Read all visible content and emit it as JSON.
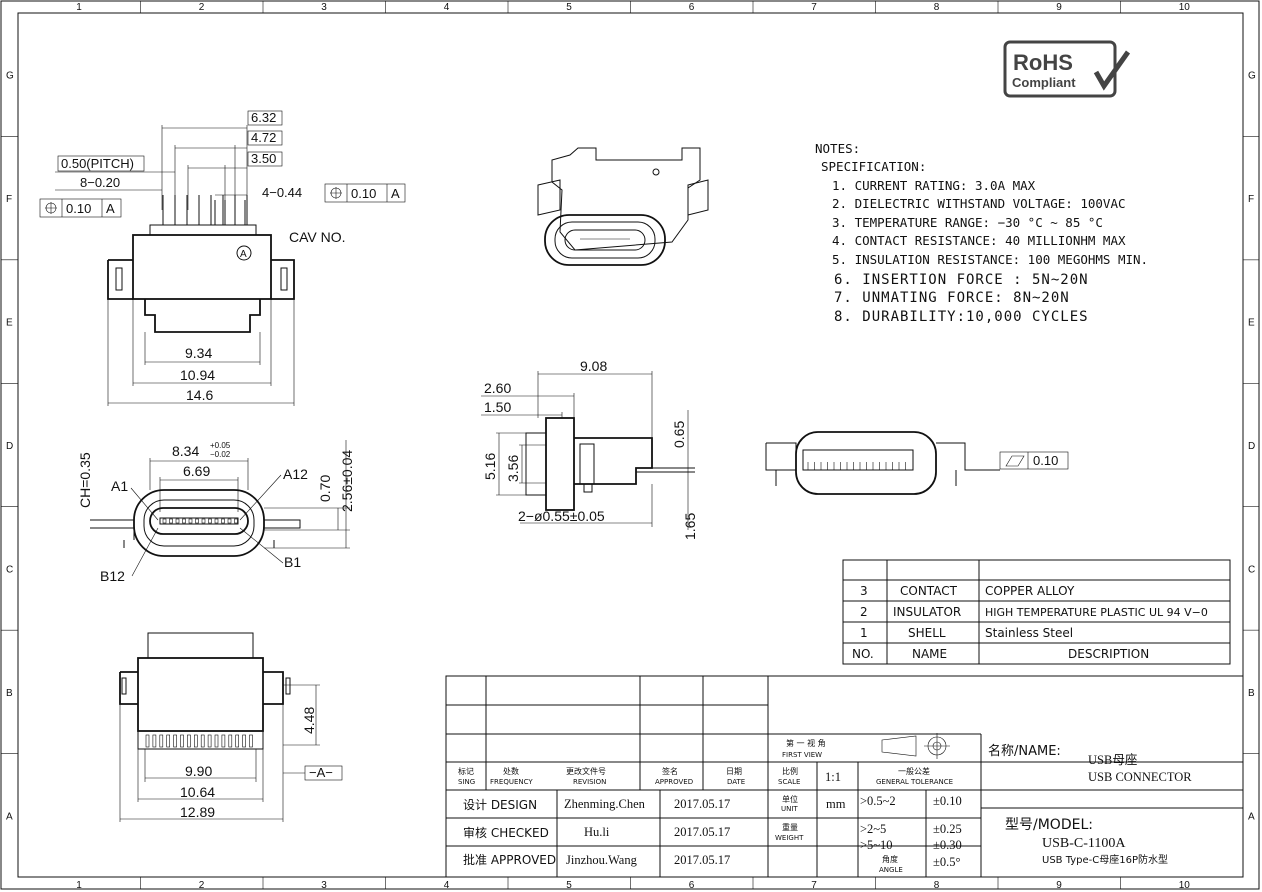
{
  "frame": {
    "col_numbers": [
      "1",
      "2",
      "3",
      "4",
      "5",
      "6",
      "7",
      "8",
      "9",
      "10"
    ],
    "row_letters": [
      "G",
      "F",
      "E",
      "D",
      "C",
      "B",
      "A"
    ]
  },
  "logo": {
    "line1": "RoHS",
    "line2": "Compliant"
  },
  "top_view": {
    "dims": [
      "6.32",
      "4.72",
      "3.50",
      "0.50(PITCH)",
      "8−0.20",
      "4−0.44",
      "0.10",
      "A",
      "0.10",
      "A",
      "9.34",
      "10.94",
      "14.6"
    ],
    "cav_label": "CAV NO.",
    "cav_mark": "A"
  },
  "front_view": {
    "dims": [
      "8.34",
      "+0.05",
      "−0.02",
      "6.69",
      "A1",
      "A12",
      "CH=0.35",
      "0.70",
      "2.56±0.04",
      "B12",
      "B1"
    ]
  },
  "side_view": {
    "dims": [
      "9.08",
      "2.60",
      "1.50",
      "5.16",
      "3.56",
      "0.65",
      "2−ø0.55±0.05",
      "1.65"
    ]
  },
  "bottom_view": {
    "dims": [
      "4.48",
      "9.90",
      "10.64",
      "12.89",
      "−A−"
    ]
  },
  "flatness": {
    "value": "0.10"
  },
  "notes": {
    "title": "NOTES:",
    "spec_title": "SPECIFICATION:",
    "items": [
      "1. CURRENT RATING: 3.0A MAX",
      "2. DIELECTRIC WITHSTAND VOLTAGE: 100VAC",
      "3. TEMPERATURE RANGE: −30 °C ~ 85 °C",
      "4. CONTACT RESISTANCE: 40 MILLIONHM MAX",
      "5. INSULATION RESISTANCE: 100 MEGOHMS MIN."
    ],
    "items_large": [
      "6. INSERTION FORCE : 5N~20N",
      "7. UNMATING FORCE: 8N~20N",
      "8. DURABILITY:10,000 CYCLES"
    ]
  },
  "bom": {
    "rows": [
      {
        "no": "3",
        "name": "CONTACT",
        "desc": "COPPER ALLOY"
      },
      {
        "no": "2",
        "name": "INSULATOR",
        "desc": "HIGH TEMPERATURE PLASTIC UL 94 V−0"
      },
      {
        "no": "1",
        "name": "SHELL",
        "desc": "Stainless Steel"
      }
    ],
    "header": {
      "no": "NO.",
      "name": "NAME",
      "desc": "DESCRIPTION"
    }
  },
  "title_block": {
    "rev_headers": [
      {
        "cn": "标记",
        "en": "SING"
      },
      {
        "cn": "处数",
        "en": "FREQUENCY"
      },
      {
        "cn": "更改文件号",
        "en": "REVISION"
      },
      {
        "cn": "签名",
        "en": "APPROVED"
      },
      {
        "cn": "日期",
        "en": "DATE"
      }
    ],
    "roles": [
      {
        "label": "设计 DESIGN",
        "name": "Zhenming.Chen",
        "date": "2017.05.17"
      },
      {
        "label": "审核 CHECKED",
        "name": "Hu.li",
        "date": "2017.05.17"
      },
      {
        "label": "批准 APPROVED",
        "name": "Jinzhou.Wang",
        "date": "2017.05.17"
      }
    ],
    "first_view_cn": "第 一 视 角",
    "first_view_en": "FIRST VIEW",
    "scale_cn": "比例",
    "scale_en": "SCALE",
    "scale": "1:1",
    "tol_cn": "一般公差",
    "tol_en": "GENERAL TOLERANCE",
    "unit_cn": "单位",
    "unit_en": "UNIT",
    "unit": "mm",
    "weight_cn": "重量",
    "weight_en": "WEIGHT",
    "angle_cn": "角度",
    "angle_en": "ANGLE",
    "tolerances": [
      {
        "range": ">0.5~2",
        "tol": "±0.10"
      },
      {
        "range": ">2~5",
        "tol": "±0.25"
      },
      {
        "range": ">5~10",
        "tol": "±0.30"
      }
    ],
    "angle_tol": "±0.5°",
    "name_label": "名称/NAME:",
    "name_cn": "USB母座",
    "name_en": "USB CONNECTOR",
    "model_label": "型号/MODEL:",
    "model": "USB-C-1100A",
    "model_desc": "USB Type-C母座16P防水型"
  }
}
